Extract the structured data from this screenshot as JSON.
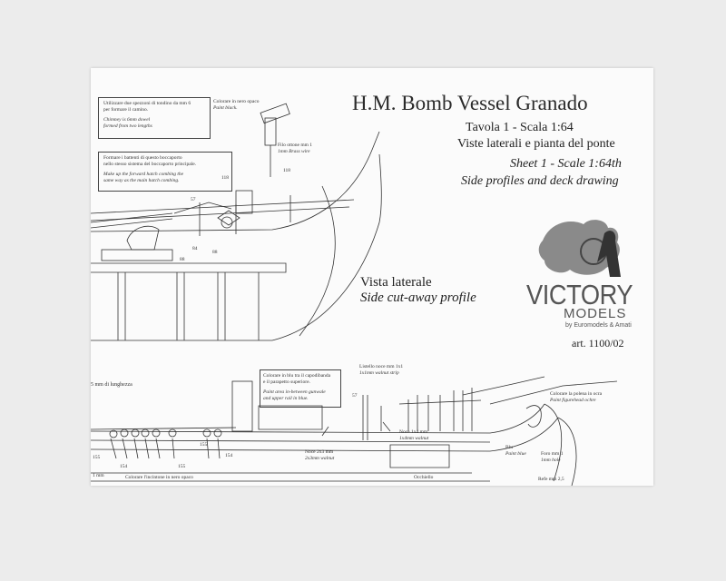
{
  "title": "H.M. Bomb Vessel Granado",
  "subtitle_it_1": "Tavola 1 - Scala 1:64",
  "subtitle_it_2": "Viste laterali e pianta del ponte",
  "subtitle_en_1": "Sheet 1 - Scale 1:64th",
  "subtitle_en_2": "Side profiles and deck drawing",
  "view_label_it": "Vista laterale",
  "view_label_en": "Side cut-away profile",
  "logo": {
    "line1": "VICTORY",
    "line2": "MODELS",
    "byline": "by Euromodels & Amati"
  },
  "article": "art. 1100/02",
  "notes": {
    "chimney_it": [
      "Utilizzare due spezzoni di tondino da mm 6",
      "per formare il camino."
    ],
    "chimney_en": [
      "Chimney is 6mm dowel",
      "formed from two lengths"
    ],
    "hatch_it": [
      "Formare i battenti di questo boccaporto",
      "nello stesso sistema del boccaporto principale."
    ],
    "hatch_en": [
      "Make up the forward hatch combing the",
      "same way as the main hatch combing."
    ],
    "paint_black_it": "Colorare in nero opaco",
    "paint_black_en": "Paint black.",
    "brass_it": "Filo ottone mm 1",
    "brass_en": "1mm Brass wire",
    "lunghezza": "5 mm di lunghezza",
    "blue_it": [
      "Colorare in blu tra il capodibanda",
      "e il parapetto superiore."
    ],
    "blue_en": [
      "Paint area in-between gunwale",
      "and upper rail in blue."
    ],
    "listello_it": "Listello noce mm 1x1",
    "listello_en": "1x1mm walnut strip",
    "noce14_it": "Noce 1x4 mm",
    "noce14_en": "1x4mm walnut",
    "noce23_it": "Noce 2x3 mm",
    "noce23_en": "2x3mm walnut",
    "polena_it": "Colorare la polena in ocra",
    "polena_en": "Paint figurehead ochre",
    "blu_it": "Blu",
    "blu_en": "Paint blue",
    "foro_it": "Foro mm 1",
    "foro_en": "1mm hole",
    "incintone": "Colorare l'incintone in nero opaco",
    "occhiello": "Occhiello",
    "refe": "Refe mm 2,5",
    "nmm": "1 mm"
  },
  "part_numbers": {
    "p57a": "57",
    "p118a": "118",
    "p118b": "118",
    "p84": "84",
    "p88a": "88",
    "p88b": "88",
    "p57b": "57",
    "p155a": "155",
    "p154a": "154",
    "p155b": "155",
    "p154b": "154",
    "p155c": "155"
  }
}
